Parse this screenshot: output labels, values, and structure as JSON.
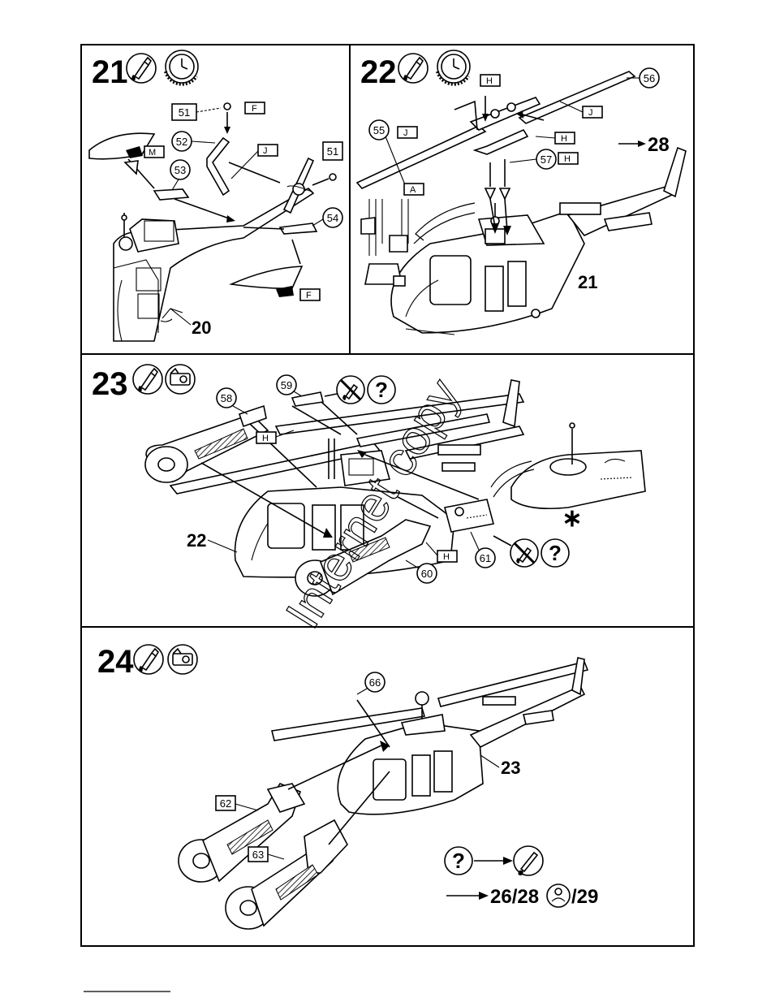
{
  "panels": [
    {
      "step": "21",
      "callouts": [
        "51",
        "52",
        "53",
        "54"
      ],
      "part_boxes": [
        "51",
        "51"
      ],
      "flags": [
        "F",
        "J",
        "M",
        "F"
      ],
      "refs": [
        "20"
      ],
      "icons": [
        "glue-icon",
        "clock-icon"
      ]
    },
    {
      "step": "22",
      "callouts": [
        "55",
        "56",
        "57"
      ],
      "flags": [
        "J",
        "A",
        "H",
        "J",
        "H",
        "H"
      ],
      "refs": [
        "21"
      ],
      "goto": "28",
      "icons": [
        "glue-icon",
        "clock-icon"
      ]
    },
    {
      "step": "23",
      "callouts": [
        "58",
        "59",
        "60",
        "61"
      ],
      "flags": [
        "H",
        "H"
      ],
      "refs": [
        "22"
      ],
      "question_mark": "?",
      "asterisk": "∗",
      "icons": [
        "glue-icon",
        "decal-icon",
        "no-glue-icon"
      ]
    },
    {
      "step": "24",
      "callouts": [
        "66"
      ],
      "part_boxes": [
        "62",
        "63"
      ],
      "refs": [
        "23"
      ],
      "question_mark": "?",
      "goto_a": "26/28",
      "goto_b": "/29",
      "icons": [
        "glue-icon",
        "decal-icon",
        "paint-brush-icon",
        "figure-icon"
      ]
    }
  ],
  "watermark": "Internet copy"
}
